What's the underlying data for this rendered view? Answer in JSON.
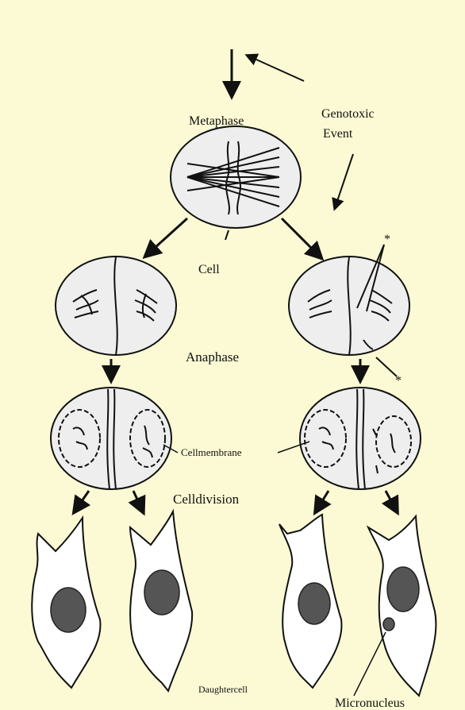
{
  "colors": {
    "background": "#fbfad4",
    "cell_fill": "#eeeeee",
    "nucleus_fill": "#555555",
    "line": "#111111"
  },
  "labels": {
    "metaphase": "Metaphase",
    "genotoxic_line1": "Genotoxic",
    "genotoxic_line2": "Event",
    "cell": "Cell",
    "anaphase": "Anaphase",
    "cellmembrane": "Cellmembrane",
    "celldivision": "Celldivision",
    "daughtercell": "Daughtercell",
    "micronucleus": "Micronucleus",
    "star": "*"
  },
  "icons": [
    "arrow-icon",
    "chromosome-icon",
    "nucleus-icon",
    "micronucleus-icon"
  ]
}
